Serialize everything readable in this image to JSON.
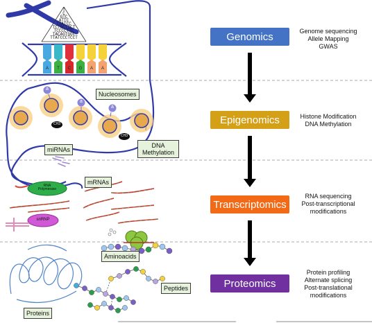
{
  "omics": [
    {
      "title": "Genomics",
      "color": "#4472c4",
      "details": [
        "Genome sequencing",
        "Allele Mapping",
        "GWAS"
      ]
    },
    {
      "title": "Epigenomics",
      "color": "#d4a017",
      "details": [
        "Histone Modification",
        "DNA Methylation"
      ]
    },
    {
      "title": "Transcriptomics",
      "color": "#f26a16",
      "details": [
        "RNA sequencing",
        "Post-transcriptional",
        "modifications"
      ]
    },
    {
      "title": "Proteomics",
      "color": "#7030a0",
      "details": [
        "Protein profiling",
        "Alternate splicing",
        "Post-translational",
        "modifications"
      ]
    }
  ],
  "dna_sequence": [
    "T",
    "C",
    "GTC",
    "ATTC",
    "TTATCC",
    "TCTGCTTCT",
    "TCCCCTTC",
    "TACAGTGGC",
    "TTATCCCTCCT"
  ],
  "base_bars": [
    "A",
    "T",
    "C",
    "G",
    "A",
    "A"
  ],
  "labels": {
    "nucleosomes": "Nucleosomes",
    "mirnas": "miRNAs",
    "dna_methylation": [
      "DNA",
      "Methylation"
    ],
    "rna_polymerase": [
      "RNA",
      "Polymerase"
    ],
    "mrnas": "mRNAs",
    "snrnp": "snRNP",
    "aminoacids": "Aminoacids",
    "peptides": "Peptides",
    "proteins": "Proteins",
    "histone_mark": "a",
    "methyl_group": "CH3"
  }
}
